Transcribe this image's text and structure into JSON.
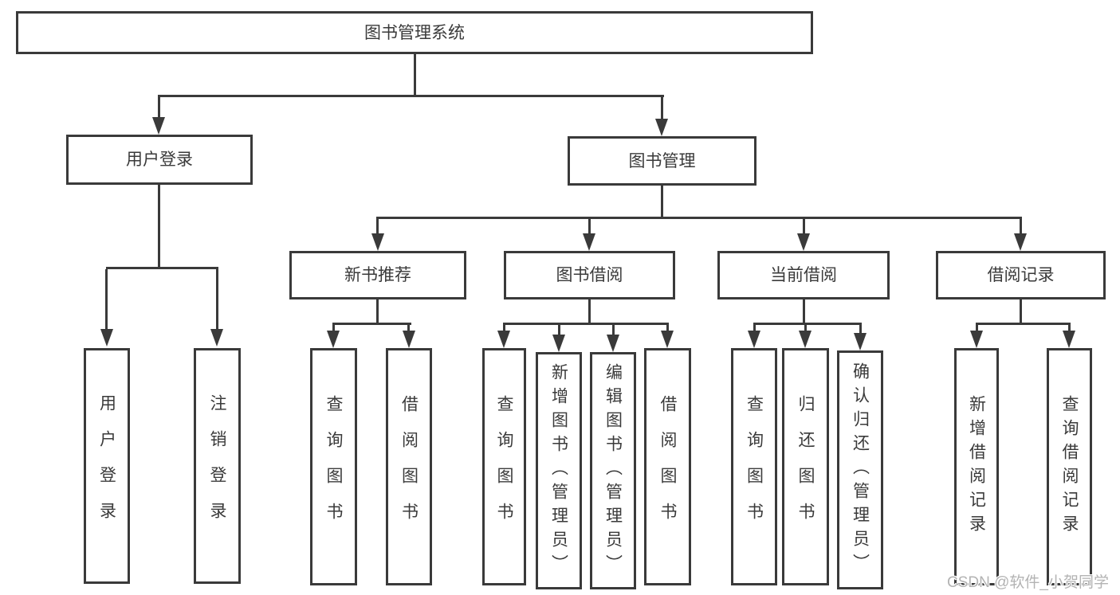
{
  "colors": {
    "line": "#3a3a3a",
    "text": "#3a3a3a",
    "box_bg": "#ffffff",
    "watermark": "#b3b3b3"
  },
  "tree": {
    "label": "图书管理系统",
    "children": [
      {
        "label": "用户登录",
        "children": [
          {
            "label": "用户登录"
          },
          {
            "label": "注销登录"
          }
        ]
      },
      {
        "label": "图书管理",
        "children": [
          {
            "label": "新书推荐",
            "children": [
              {
                "label": "查询图书"
              },
              {
                "label": "借阅图书"
              }
            ]
          },
          {
            "label": "图书借阅",
            "children": [
              {
                "label": "查询图书"
              },
              {
                "label": "新增图书（管理员）"
              },
              {
                "label": "编辑图书（管理员）"
              },
              {
                "label": "借阅图书"
              }
            ]
          },
          {
            "label": "当前借阅",
            "children": [
              {
                "label": "查询图书"
              },
              {
                "label": "归还图书"
              },
              {
                "label": "确认归还（管理员）"
              }
            ]
          },
          {
            "label": "借阅记录",
            "children": [
              {
                "label": "新增借阅记录"
              },
              {
                "label": "查询借阅记录"
              }
            ]
          }
        ]
      }
    ]
  },
  "watermark": {
    "text": "CSDN @软件_小贺同学"
  }
}
